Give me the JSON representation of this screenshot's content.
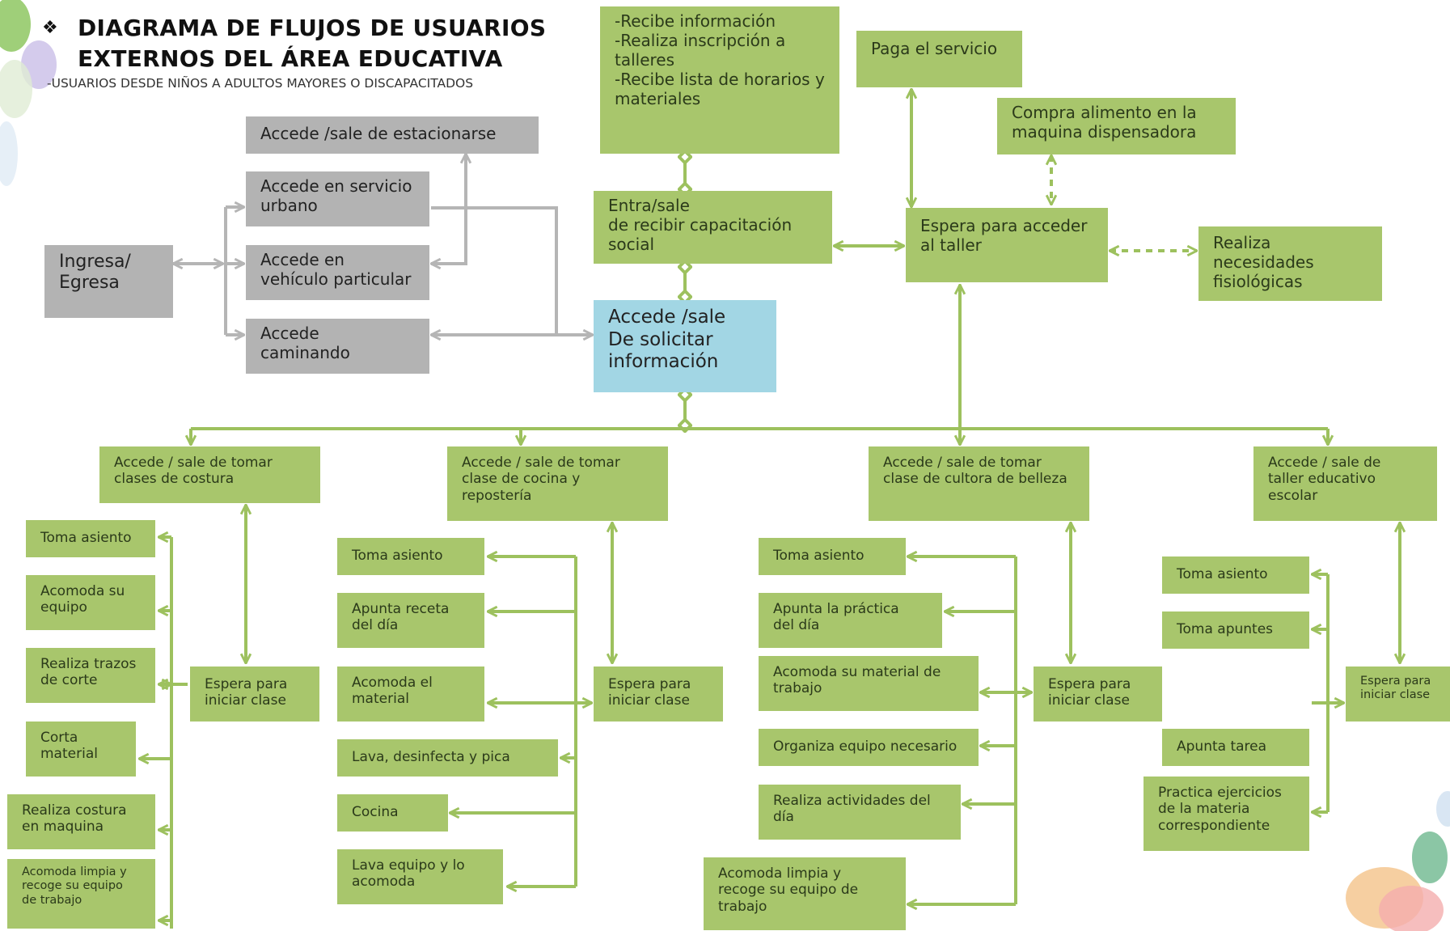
{
  "title": {
    "line1": "DIAGRAMA DE FLUJOS DE USUARIOS",
    "line2": "EXTERNOS DEL ÁREA EDUCATIVA",
    "bullet": "❖"
  },
  "subtitle": "-USUARIOS DESDE NIÑOS A ADULTOS MAYORES O DISCAPACITADOS",
  "colors": {
    "green": "#a8c66c",
    "gray": "#b3b3b3",
    "blue": "#a2d6e4",
    "arrow_green": "#9dc15e",
    "arrow_gray": "#b5b5b5"
  },
  "entry": {
    "ingresa": "Ingresa/\nEgresa",
    "estacionarse": "Accede /sale de  estacionarse",
    "urbano": "Accede en servicio\nurbano",
    "vehiculo": "Accede en\nvehículo particular",
    "caminando": "Accede\ncaminando"
  },
  "center": {
    "informacion": "Accede /sale\nDe solicitar\ninformación",
    "capacitacion": "Entra/sale\nde recibir capacitación\nsocial",
    "recibe": "-Recibe información\n-Realiza inscripción a\ntalleres\n-Recibe lista de horarios y\nmateriales",
    "paga": "Paga el servicio",
    "compra": "Compra alimento en la\nmaquina dispensadora",
    "espera_taller": "Espera para acceder\nal taller",
    "necesidades": "Realiza\nnecesidades\nfisiológicas"
  },
  "workshops": {
    "costura": {
      "header": "Accede / sale de tomar\nclases de costura",
      "espera": "Espera para\niniciar clase",
      "steps": [
        "Toma asiento",
        "Acomoda su\nequipo",
        "Realiza trazos\nde corte",
        "Corta\nmaterial",
        "Realiza costura\n en maquina",
        "Acomoda limpia y\nrecoge su equipo\nde trabajo"
      ]
    },
    "cocina": {
      "header": "Accede / sale de tomar\nclase de cocina y\nrepostería",
      "espera": "Espera para\niniciar clase",
      "steps": [
        "Toma asiento",
        "Apunta receta\ndel día",
        "Acomoda el\nmaterial",
        "Lava, desinfecta y pica",
        "Cocina",
        "Lava equipo y lo\nacomoda"
      ]
    },
    "belleza": {
      "header": "Accede / sale de tomar\nclase de cultora de belleza",
      "espera": "Espera para\niniciar clase",
      "steps": [
        "Toma asiento",
        "Apunta la práctica\ndel día",
        "Acomoda su material de\ntrabajo",
        "Organiza equipo necesario",
        "Realiza actividades del\ndía",
        "Acomoda limpia y\nrecoge su equipo de\ntrabajo"
      ]
    },
    "escolar": {
      "header": "Accede / sale de\ntaller educativo\nescolar",
      "espera": "Espera para\niniciar clase",
      "steps": [
        "Toma asiento",
        "Toma apuntes",
        "Apunta tarea",
        "Practica ejercicios\nde la materia\ncorrespondiente"
      ]
    }
  }
}
